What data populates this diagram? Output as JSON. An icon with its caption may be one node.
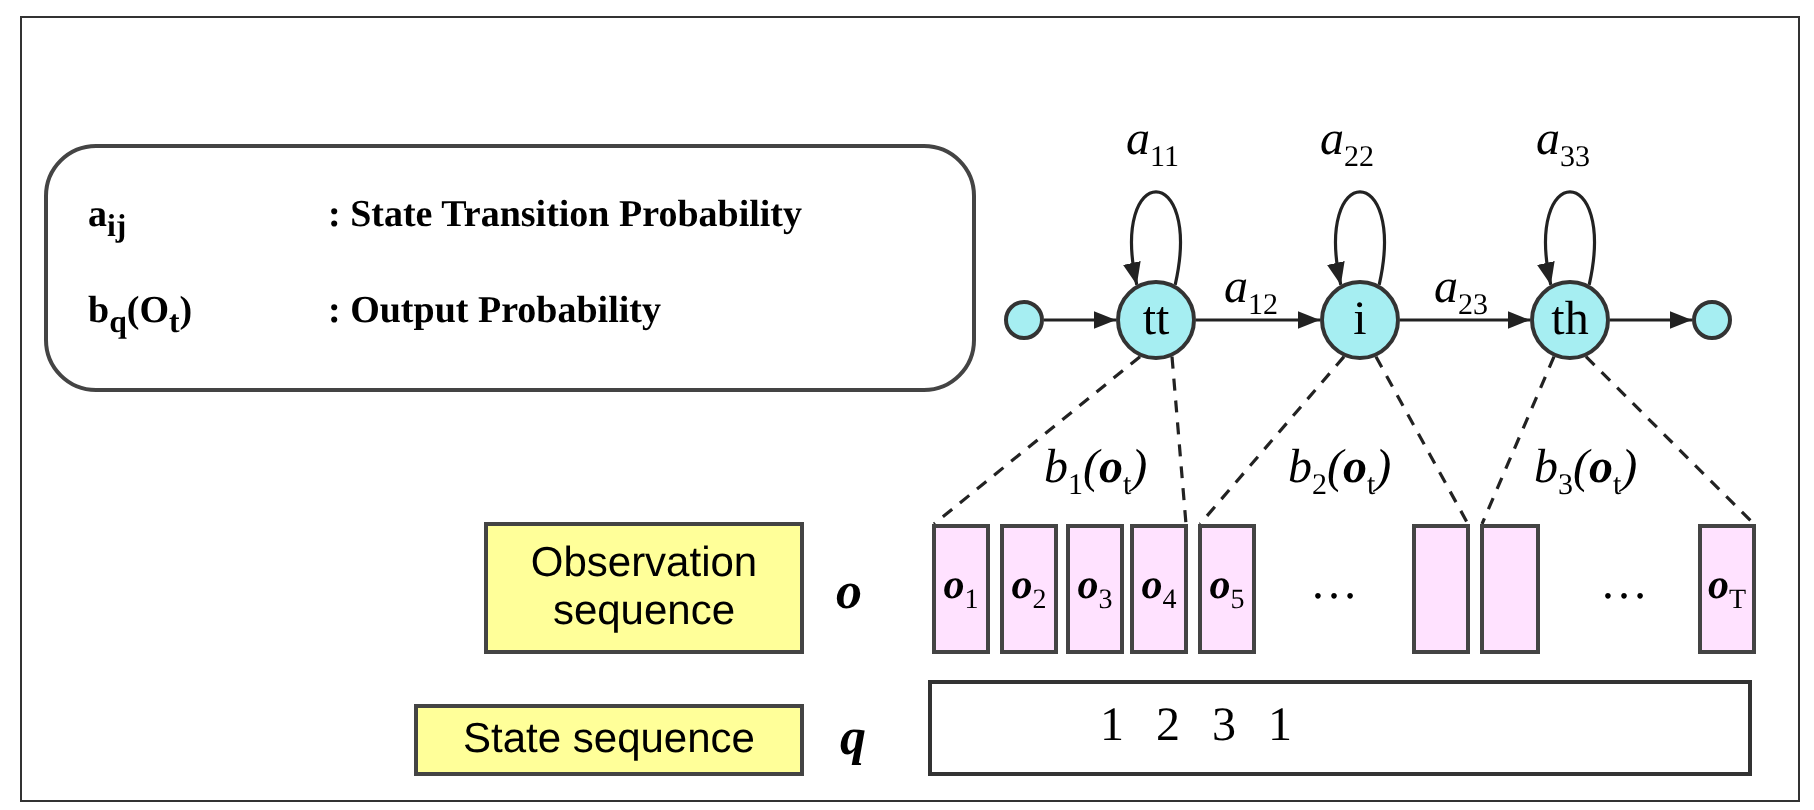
{
  "diagram": {
    "nodes": [
      {
        "text": [
          "a$_{ij}$",
          ": State Transition Probability",
          "b$_{q}$(O$_{t}$)",
          ": Output Probability"
        ]
      },
      {
        "text": [],
        "shape": "circle"
      },
      {
        "text": [
          "tt"
        ]
      },
      {
        "text": [
          "i"
        ]
      },
      {
        "text": [
          "th"
        ]
      },
      {
        "text": [],
        "shape": "circle"
      },
      {
        "text": [
          "Observation sequence"
        ]
      },
      {
        "text": [
          "o$_{1}$"
        ]
      },
      {
        "text": [
          "o$_{2}$"
        ]
      },
      {
        "text": [
          "o$_{3}$"
        ]
      },
      {
        "text": [
          "o$_{4}$"
        ]
      },
      {
        "text": [
          "o$_{5}$"
        ]
      },
      {
        "text": [],
        "shape": "box"
      },
      {
        "text": [],
        "shape": "box"
      },
      {
        "text": [
          "o$_{T}$"
        ]
      },
      {
        "text": [
          "State sequence"
        ]
      },
      {
        "text": [
          "1 2 3 1"
        ]
      }
    ],
    "edges": [
      {
        "from": 1,
        "to": 2,
        "arrow": "to"
      },
      {
        "from": 2,
        "to": 2,
        "arrow": "to",
        "label": "a$_{11}$"
      },
      {
        "from": 2,
        "to": 3,
        "arrow": "to",
        "label": "a$_{12}$"
      },
      {
        "from": 3,
        "to": 3,
        "arrow": "to",
        "label": "a$_{22}$"
      },
      {
        "from": 3,
        "to": 4,
        "arrow": "to",
        "label": "a$_{23}$"
      },
      {
        "from": 4,
        "to": 4,
        "arrow": "to",
        "label": "a$_{33}$"
      },
      {
        "from": 4,
        "to": 5,
        "arrow": "to"
      },
      {
        "from": 2,
        "to": 7,
        "arrow": "none",
        "style": "dashed"
      },
      {
        "from": 2,
        "to": 10,
        "arrow": "none",
        "style": "dashed"
      },
      {
        "from": 3,
        "to": 11,
        "arrow": "none",
        "style": "dashed"
      },
      {
        "from": 3,
        "to": 12,
        "arrow": "none",
        "style": "dashed"
      },
      {
        "from": 4,
        "to": 13,
        "arrow": "none",
        "style": "dashed"
      },
      {
        "from": 4,
        "to": 14,
        "arrow": "none",
        "style": "dashed"
      }
    ],
    "labels": [
      "b$_{1}$(**o**$_{t}$)",
      "b$_{2}$(**o**$_{t}$)",
      "b$_{3}$(**o**$_{t}$)",
      "o",
      "…",
      "…",
      "q"
    ]
  }
}
